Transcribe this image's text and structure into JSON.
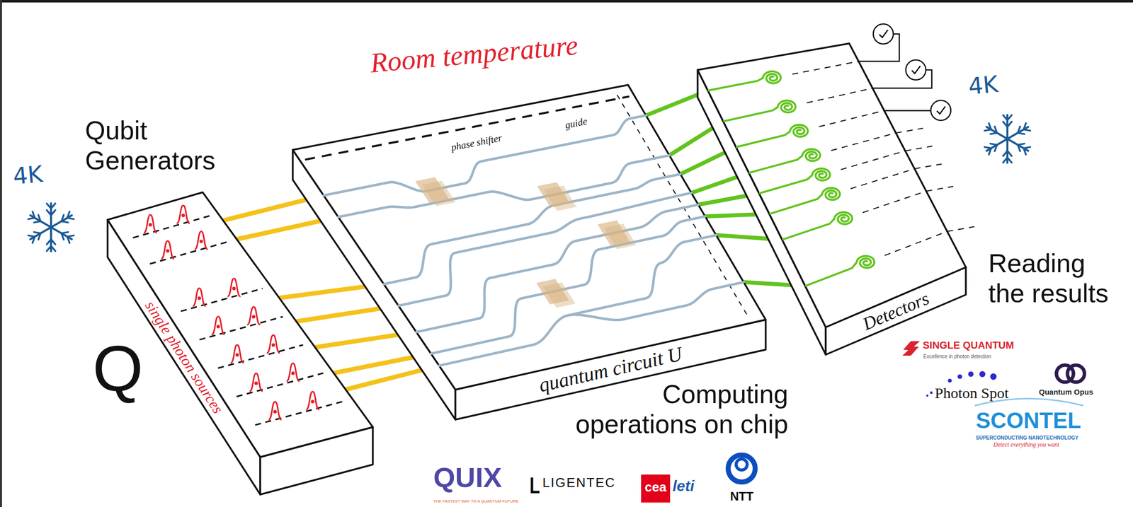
{
  "diagram": {
    "nodes": [
      {
        "text": [
          "single photon sources"
        ]
      },
      {
        "text": [
          "phase shifter",
          "guide",
          "quantum circuit U"
        ]
      },
      {
        "text": [
          "Detectors"
        ]
      }
    ],
    "edges": [
      {
        "from": 0,
        "to": 1,
        "arrow": "none"
      },
      {
        "from": 0,
        "to": 1,
        "arrow": "none"
      },
      {
        "from": 0,
        "to": 1,
        "arrow": "none"
      },
      {
        "from": 0,
        "to": 1,
        "arrow": "none"
      },
      {
        "from": 0,
        "to": 1,
        "arrow": "none"
      },
      {
        "from": 0,
        "to": 1,
        "arrow": "none"
      },
      {
        "from": 0,
        "to": 1,
        "arrow": "none"
      },
      {
        "from": 1,
        "to": 2,
        "arrow": "none"
      },
      {
        "from": 1,
        "to": 2,
        "arrow": "none"
      },
      {
        "from": 1,
        "to": 2,
        "arrow": "none"
      },
      {
        "from": 1,
        "to": 2,
        "arrow": "none"
      },
      {
        "from": 1,
        "to": 2,
        "arrow": "none"
      },
      {
        "from": 1,
        "to": 2,
        "arrow": "none"
      },
      {
        "from": 1,
        "to": 2,
        "arrow": "none"
      },
      {
        "from": 1,
        "to": 2,
        "arrow": "none"
      }
    ],
    "labels": [
      "Room temperature",
      "Qubit Generators",
      "4K",
      "4K",
      "Computing operations on chip",
      "Reading the results",
      "Q",
      "SINGLE QUANTUM",
      "Excellence in photon detection",
      "Photon Spot",
      "Quantum Opus",
      "SCONTEL",
      "SUPERCONDUCTING NANOTECHNOLOGY",
      "Detect everything you want",
      "QUIX",
      "THE FASTEST WAY TO A QUANTUM FUTURE",
      "LIGENTEC",
      "cea",
      "leti",
      "NTT"
    ]
  }
}
